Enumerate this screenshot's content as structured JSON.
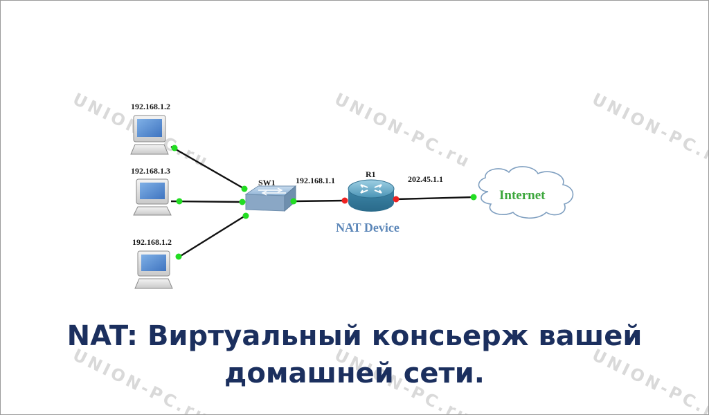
{
  "watermark": {
    "text": "UNION-PC.ru"
  },
  "diagram": {
    "pcs": [
      {
        "ip": "192.168.1.2"
      },
      {
        "ip": "192.168.1.3"
      },
      {
        "ip": "192.168.1.2"
      }
    ],
    "switch": {
      "name": "SW1",
      "uplink_ip": "192.168.1.1"
    },
    "router": {
      "name": "R1",
      "role": "NAT Device",
      "wan_ip": "202.45.1.1"
    },
    "cloud": {
      "label": "Internet"
    }
  },
  "caption": {
    "line1": "NAT: Виртуальный консьерж вашей",
    "line2": "домашней сети."
  },
  "colors": {
    "link": "#111111",
    "port_up": "#22dd22",
    "port_router": "#ee2222",
    "caption": "#1b2f5e",
    "nat_label": "#5b86b8",
    "internet_label": "#3aa63a"
  }
}
